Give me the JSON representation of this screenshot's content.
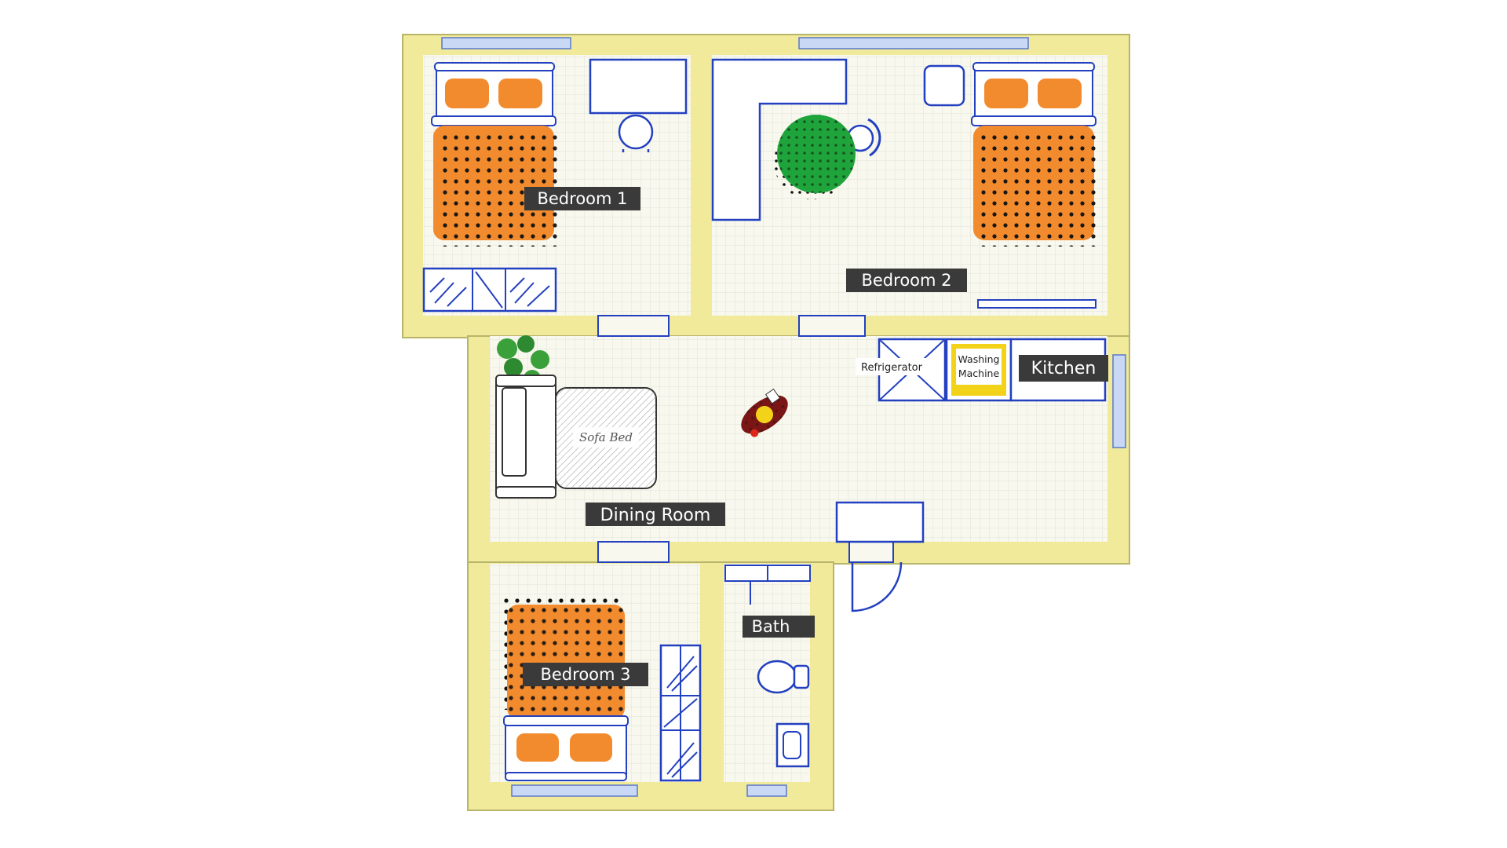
{
  "floorplan": {
    "rooms": {
      "bedroom1": "Bedroom 1",
      "bedroom2": "Bedroom 2",
      "bedroom3": "Bedroom 3",
      "dining": "Dining Room",
      "kitchen": "Kitchen",
      "bath": "Bath"
    },
    "fixtures": {
      "refrigerator": "Refrigerator",
      "washing_line1": "Washing",
      "washing_line2": "Machine",
      "sofa_bed": "Sofa Bed"
    },
    "colors": {
      "wall": "#f0ea9a",
      "wall_edge": "#b8b46a",
      "floor": "#f8f8ee",
      "grid": "#dfe3d8",
      "furniture_line": "#2340c0",
      "window": "#9fb6e6",
      "bed_cover": "#f28a2e",
      "pillow": "#f28a2e",
      "label_bg": "#3a3a3a",
      "plant_round": "#1ea43a",
      "washing_machine": "#f3d21a"
    }
  }
}
